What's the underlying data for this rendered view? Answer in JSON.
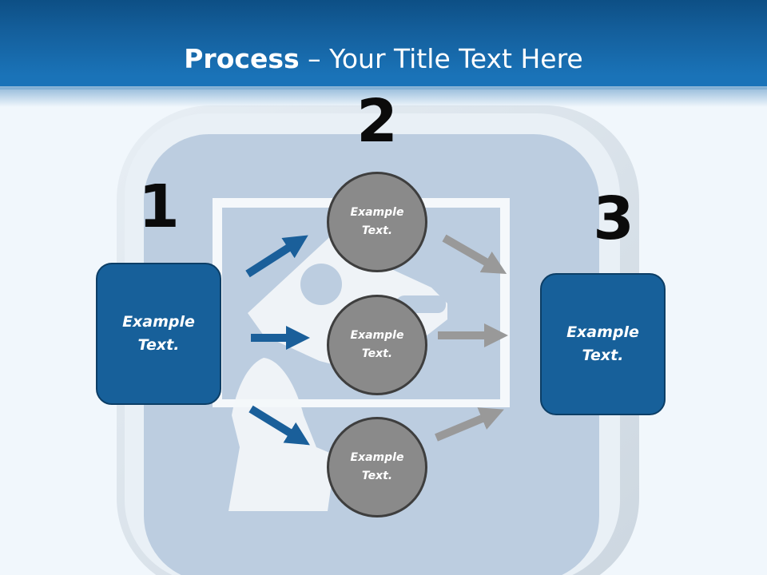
{
  "slide": {
    "title_strong": "Process",
    "title_rest": " – Your Title Text Here"
  },
  "steps": {
    "one": "1",
    "two": "2",
    "three": "3"
  },
  "boxes": {
    "left_text": "Example\nText.",
    "right_text": "Example\nText."
  },
  "circles": {
    "top_text": "Example\nText.",
    "middle_text": "Example\nText.",
    "bottom_text": "Example\nText."
  },
  "colors": {
    "header": "#1a73b8",
    "box_fill": "#17609a",
    "circle_fill": "#8a8a8a",
    "arrow_blue": "#1a5f9a",
    "arrow_gray": "#999999"
  },
  "icons": {
    "background": "inbox-document-icon"
  }
}
